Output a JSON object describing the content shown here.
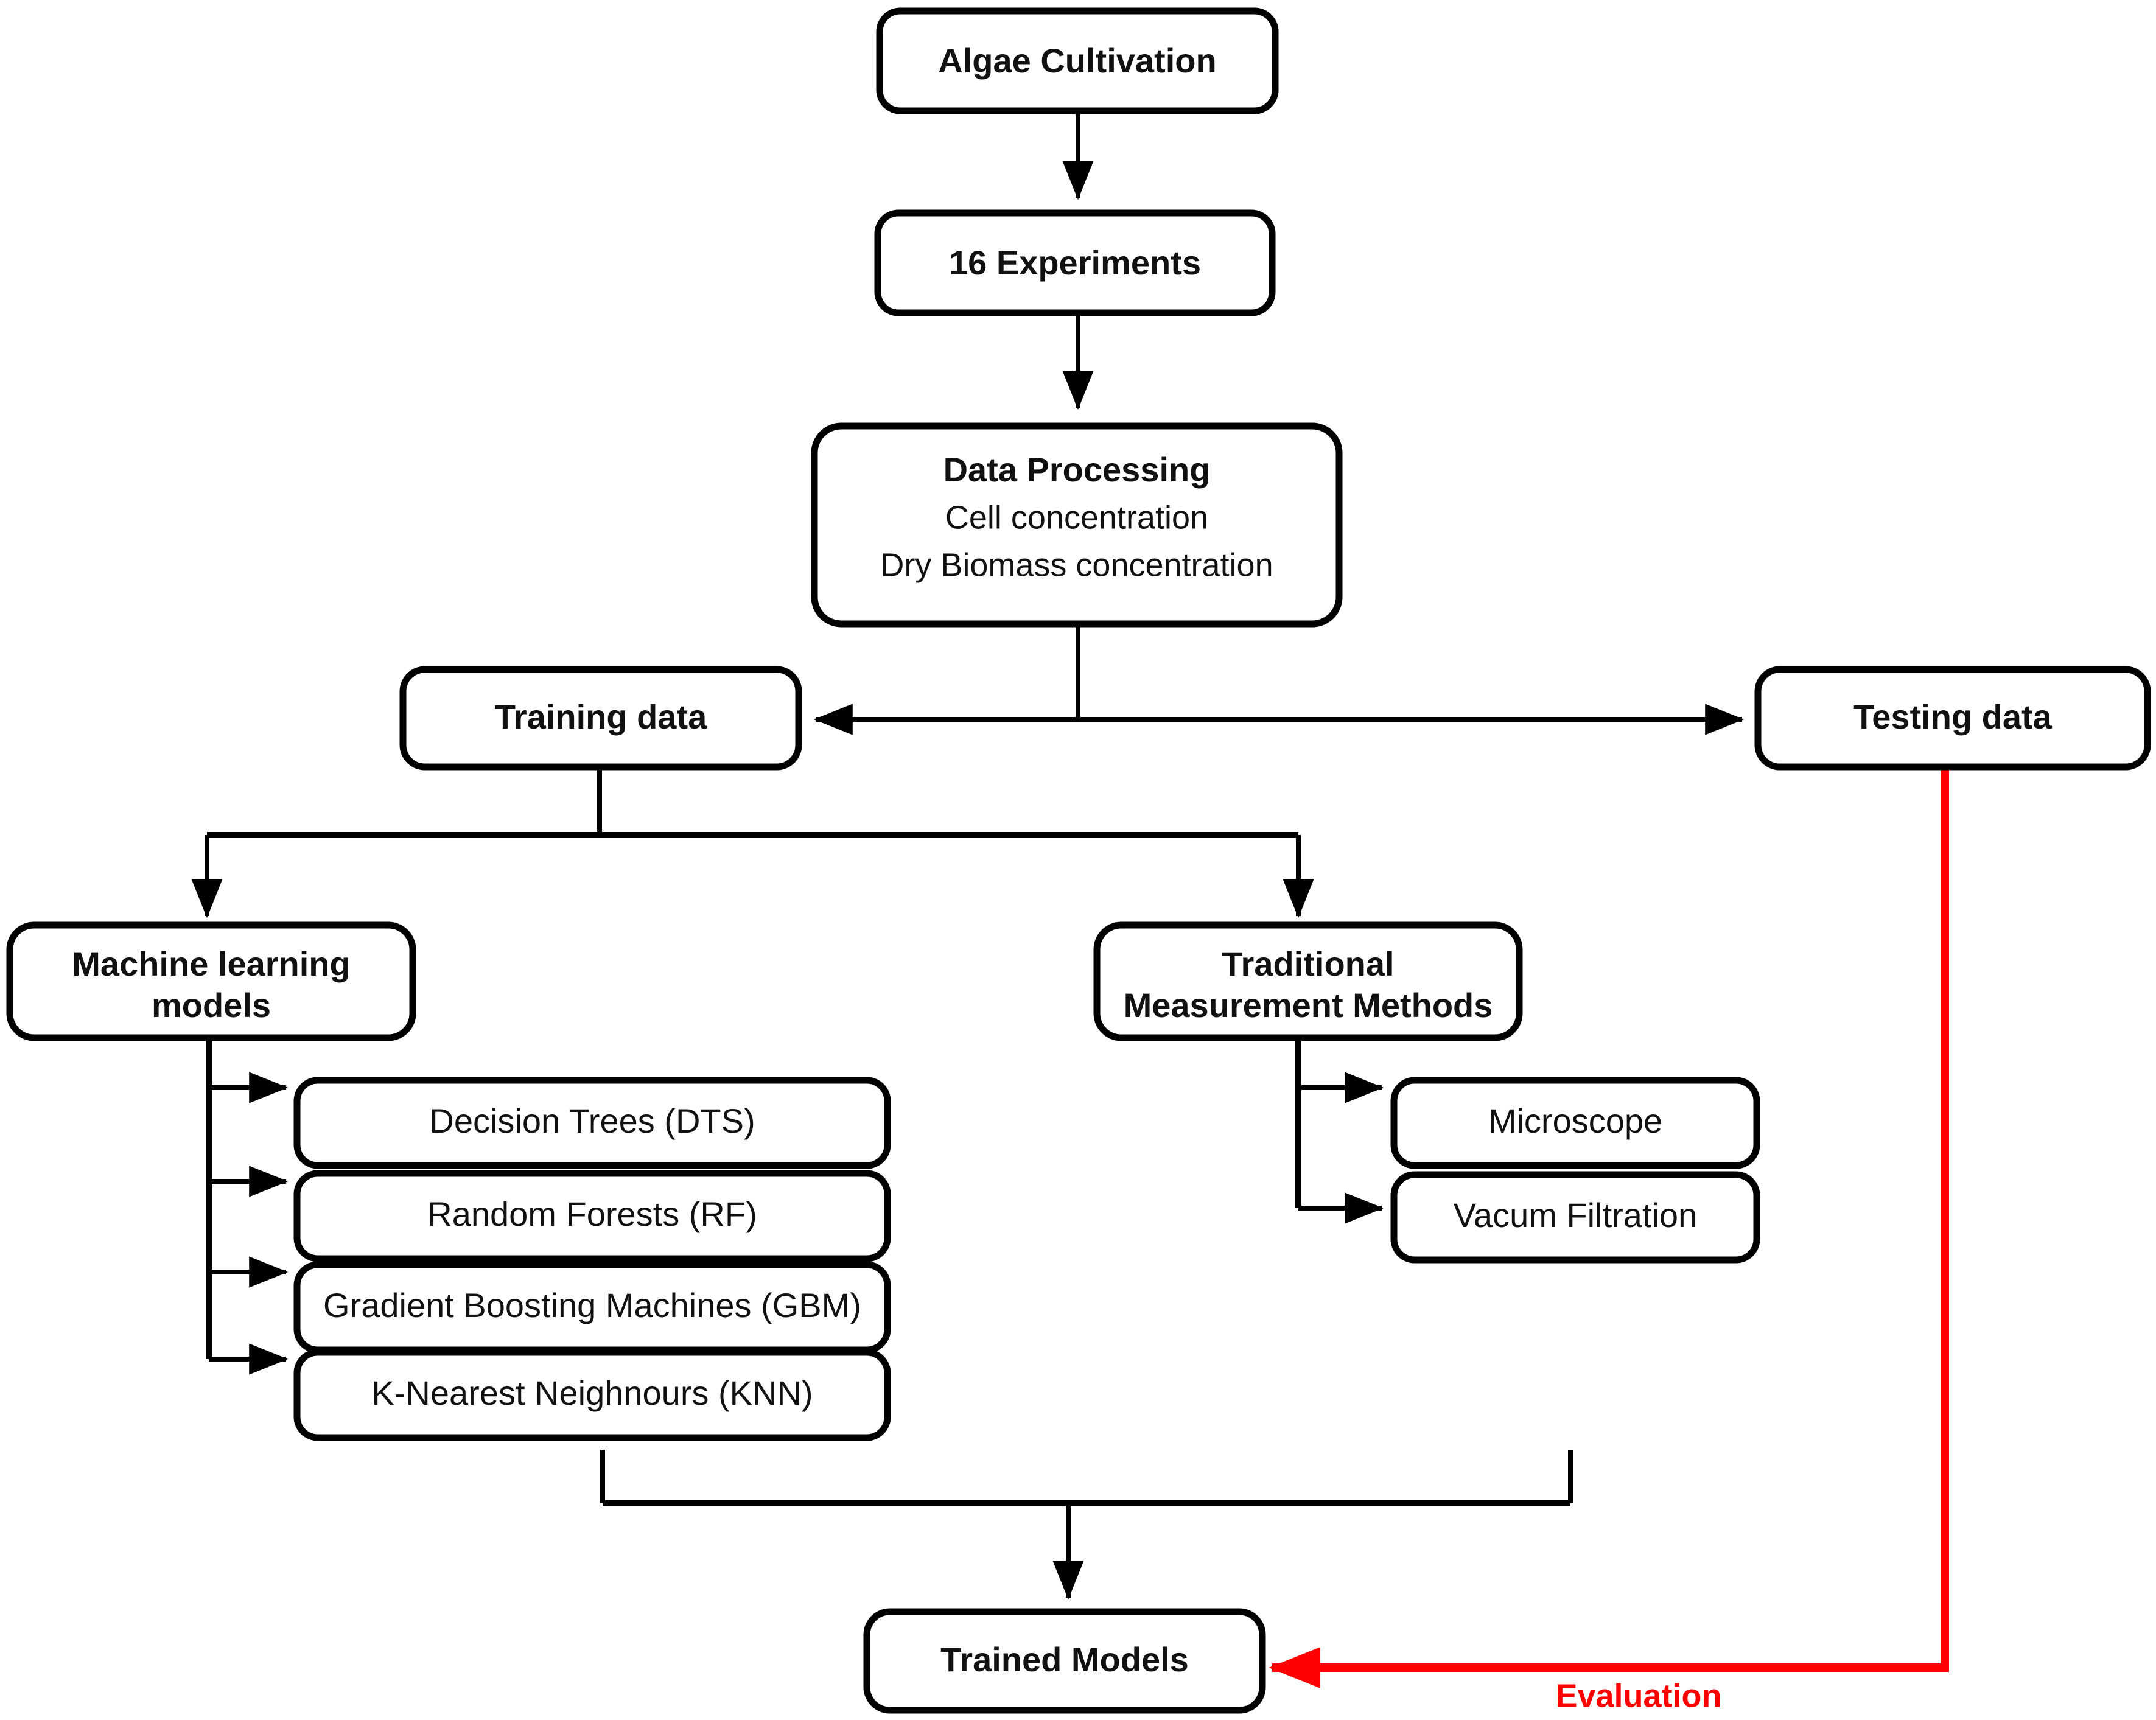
{
  "diagram": {
    "title": "Algae cultivation machine learning workflow",
    "colors": {
      "box_stroke": "#000000",
      "box_fill": "#ffffff",
      "connector": "#000000",
      "evaluation_accent": "#ff0000",
      "background": "#ffffff"
    },
    "nodes": {
      "algae_cultivation": {
        "label": "Algae Cultivation"
      },
      "experiments": {
        "label": "16 Experiments"
      },
      "data_processing": {
        "title": "Data Processing",
        "line1": "Cell concentration",
        "line2": "Dry Biomass concentration"
      },
      "training_data": {
        "label": "Training data"
      },
      "testing_data": {
        "label": "Testing data"
      },
      "ml_models": {
        "line1": "Machine learning",
        "line2": "models"
      },
      "traditional_methods": {
        "line1": "Traditional",
        "line2": "Measurement Methods"
      },
      "trained_models": {
        "label": "Trained Models"
      }
    },
    "ml_model_items": [
      {
        "label": "Decision Trees (DTS)"
      },
      {
        "label": "Random Forests (RF)"
      },
      {
        "label": "Gradient Boosting Machines (GBM)"
      },
      {
        "label": "K-Nearest Neighnours (KNN)"
      }
    ],
    "traditional_method_items": [
      {
        "label": "Microscope"
      },
      {
        "label": "Vacum Filtration"
      }
    ],
    "edge_labels": {
      "evaluation": "Evaluation"
    }
  }
}
